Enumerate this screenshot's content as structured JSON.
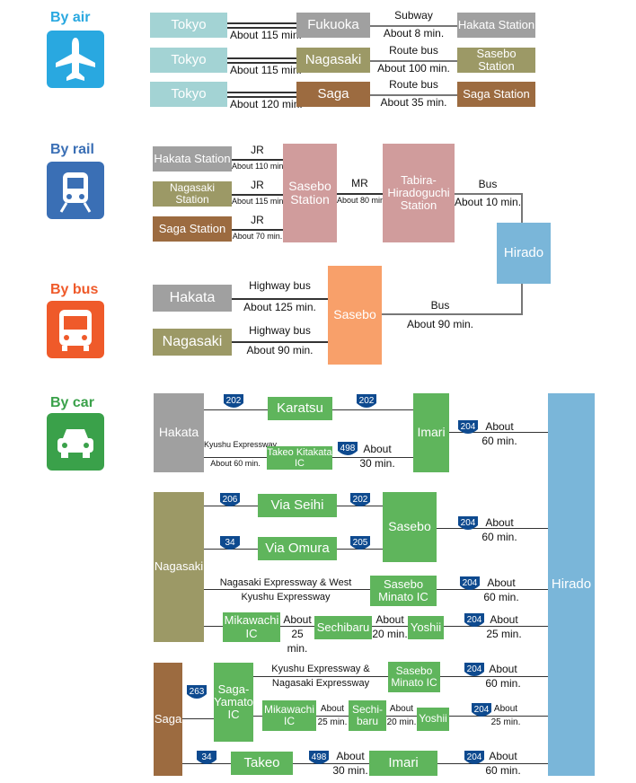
{
  "sections": {
    "air": {
      "title": "By air",
      "color": "#29a8e0",
      "icon": "airplane-icon"
    },
    "rail": {
      "title": "By rail",
      "color": "#3a6fb5",
      "icon": "train-icon"
    },
    "bus": {
      "title": "By bus",
      "color": "#ef5a2a",
      "icon": "bus-icon"
    },
    "car": {
      "title": "By car",
      "color": "#3aa14a",
      "icon": "car-icon"
    }
  },
  "air": {
    "rows": [
      {
        "from": "Tokyo",
        "flight": "About 115 min.",
        "hub": "Fukuoka",
        "mode": "Subway",
        "time": "About 8 min.",
        "dest": "Hakata Station"
      },
      {
        "from": "Tokyo",
        "flight": "About 115 min.",
        "hub": "Nagasaki",
        "mode": "Route bus",
        "time": "About 100 min.",
        "dest": "Sasebo Station"
      },
      {
        "from": "Tokyo",
        "flight": "About 120 min.",
        "hub": "Saga",
        "mode": "Route bus",
        "time": "About 35 min.",
        "dest": "Saga Station"
      }
    ]
  },
  "rail": {
    "origins": [
      {
        "name": "Hakata Station",
        "mode": "JR",
        "time": "About 110 min."
      },
      {
        "name": "Nagasaki Station",
        "mode": "JR",
        "time": "About 115 min."
      },
      {
        "name": "Saga Station",
        "mode": "JR",
        "time": "About 70 min."
      }
    ],
    "sasebo": "Sasebo Station",
    "mr_mode": "MR",
    "mr_time": "About 80 min.",
    "tabira": "Tabira-Hiradoguchi Station",
    "bus_mode": "Bus",
    "bus_time": "About 10 min.",
    "hirado": "Hirado"
  },
  "bus": {
    "origins": [
      {
        "name": "Hakata",
        "mode": "Highway bus",
        "time": "About 125 min."
      },
      {
        "name": "Nagasaki",
        "mode": "Highway bus",
        "time": "About 90 min."
      }
    ],
    "sasebo": "Sasebo",
    "mode": "Bus",
    "time": "About 90 min."
  },
  "car": {
    "hirado": "Hirado",
    "hakata": {
      "origin": "Hakata",
      "r1": "202",
      "karatsu": "Karatsu",
      "r2": "202",
      "expressway": "Kyushu Expressway",
      "exp_time": "About 60 min.",
      "takeo_ic": "Takeo Kitakata IC",
      "r3": "498",
      "r3_time": "About 30 min.",
      "imari": "Imari",
      "r4": "204",
      "r4_time": "About 60 min."
    },
    "nagasaki": {
      "origin": "Nagasaki",
      "r1": "206",
      "seihi": "Via Seihi",
      "r2": "202",
      "r3": "34",
      "omura": "Via Omura",
      "r4": "205",
      "sasebo": "Sasebo",
      "r5": "204",
      "r5_time": "About 60 min.",
      "expressway": "Nagasaki Expressway & West Kyushu Expressway",
      "minato_ic": "Sasebo Minato IC",
      "r6": "204",
      "r6_time": "About 60 min.",
      "mikawachi": "Mikawachi IC",
      "t1": "About 25 min.",
      "sechibaru": "Sechibaru",
      "t2": "About 20 min.",
      "yoshii": "Yoshii",
      "r7": "204",
      "r7_time": "About 25 min."
    },
    "saga": {
      "origin": "Saga",
      "r1": "263",
      "yamato_ic": "Saga-Yamato IC",
      "expressway": "Kyushu Expressway & Nagasaki Expressway",
      "minato_ic": "Sasebo Minato IC",
      "r2": "204",
      "r2_time": "About 60 min.",
      "mikawachi": "Mikawachi IC",
      "t1": "About 25 min.",
      "sechibaru": "Sechi-baru",
      "t2": "About 20 min.",
      "yoshii": "Yoshii",
      "r3": "204",
      "r3_time": "About 25 min.",
      "r4": "34",
      "takeo": "Takeo",
      "r5": "498",
      "r5_time": "About 30 min.",
      "imari": "Imari",
      "r6": "204",
      "r6_time": "About 60 min."
    }
  }
}
